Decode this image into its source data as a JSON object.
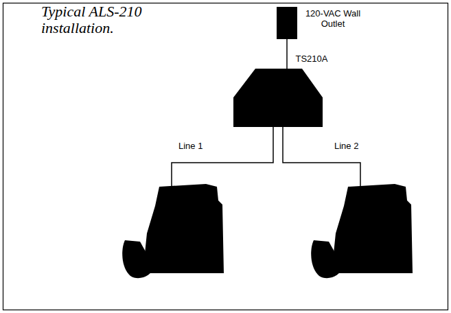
{
  "diagram": {
    "title": "Typical ALS-210 installation.",
    "nodes": [
      {
        "text": [
          "120-VAC Wall Outlet"
        ]
      },
      {
        "text": [
          "TS210A"
        ]
      }
    ],
    "edges": [
      {
        "from": 0,
        "to": 1,
        "arrow": "none"
      }
    ],
    "labels": [
      "Line 1",
      "Line 2"
    ]
  }
}
